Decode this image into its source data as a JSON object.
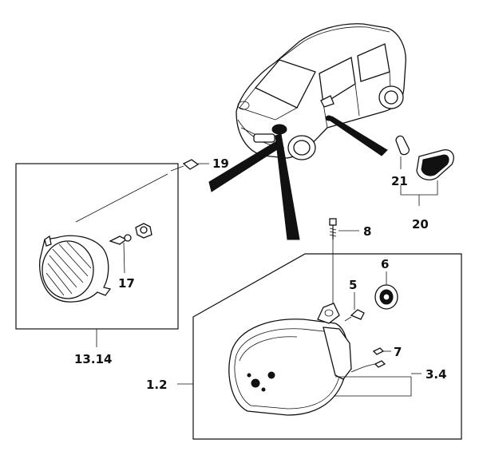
{
  "callouts": {
    "c1_2": "1.2",
    "c3_4": "3.4",
    "c5": "5",
    "c6": "6",
    "c7": "7",
    "c8": "8",
    "c13_14": "13.14",
    "c17": "17",
    "c19": "19",
    "c20": "20",
    "c21": "21"
  },
  "colors": {
    "ink": "#111111",
    "paper": "#ffffff"
  }
}
